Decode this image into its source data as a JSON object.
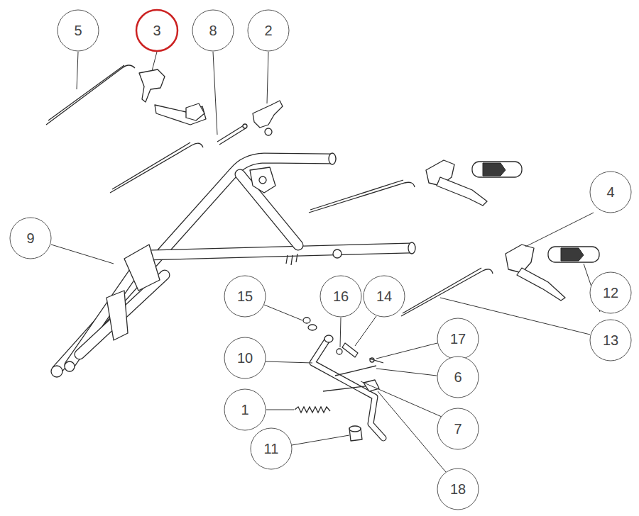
{
  "diagram": {
    "nodes": [
      {
        "text": [
          "5"
        ]
      },
      {
        "text": [
          "3"
        ]
      },
      {
        "text": [
          "8"
        ]
      },
      {
        "text": [
          "2"
        ]
      },
      {
        "text": [
          "4"
        ]
      },
      {
        "text": [
          "9"
        ]
      },
      {
        "text": [
          "15"
        ]
      },
      {
        "text": [
          "16"
        ]
      },
      {
        "text": [
          "14"
        ]
      },
      {
        "text": [
          "12"
        ]
      },
      {
        "text": [
          "13"
        ]
      },
      {
        "text": [
          "10"
        ]
      },
      {
        "text": [
          "17"
        ]
      },
      {
        "text": [
          "6"
        ]
      },
      {
        "text": [
          "1"
        ]
      },
      {
        "text": [
          "7"
        ]
      },
      {
        "text": [
          "11"
        ]
      },
      {
        "text": [
          "18"
        ]
      }
    ]
  }
}
